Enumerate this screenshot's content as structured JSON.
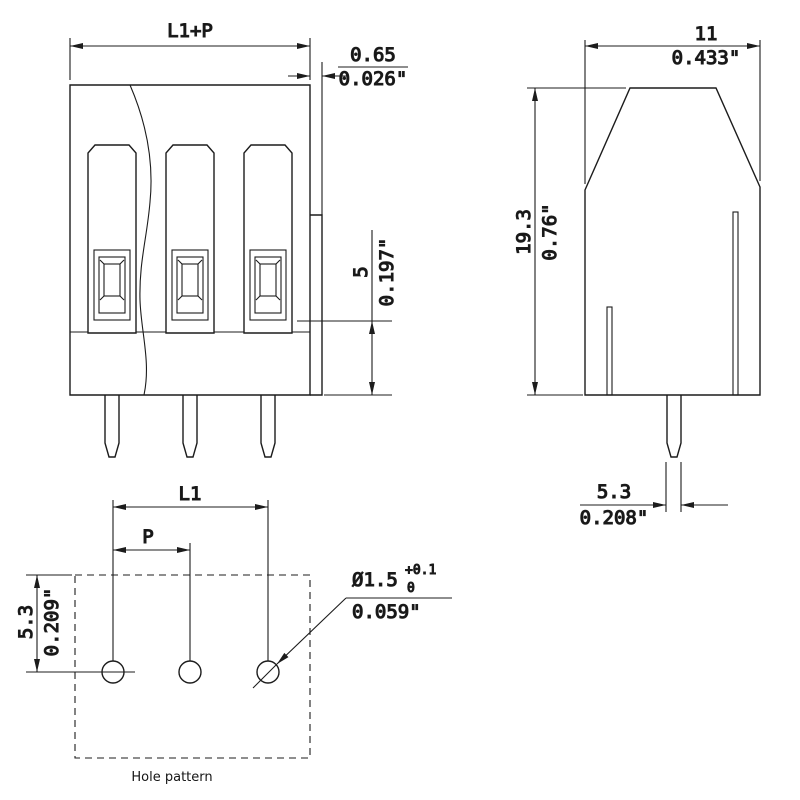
{
  "colors": {
    "line": "#1c1c1c",
    "background": "#ffffff"
  },
  "drawing": {
    "front_view": {
      "dim_pitch_total": "L1+P",
      "dim_offset_mm": "0.65",
      "dim_offset_in": "0.026\"",
      "dim_height_mm": "5",
      "dim_height_in": "0.197\""
    },
    "side_view": {
      "dim_width_mm": "11",
      "dim_width_in": "0.433\"",
      "dim_height_mm": "19.3",
      "dim_height_in": "0.76\"",
      "dim_pin_mm": "5.3",
      "dim_pin_in": "0.208\""
    },
    "hole_pattern": {
      "dim_l1": "L1",
      "dim_p": "P",
      "dim_edge_mm": "5.3",
      "dim_edge_in": "0.209\"",
      "hole_dia_mm": "Ø1.5",
      "hole_tol_upper": "+0.1",
      "hole_tol_lower": "0",
      "hole_dia_in": "0.059\"",
      "caption": "Hole pattern"
    }
  }
}
